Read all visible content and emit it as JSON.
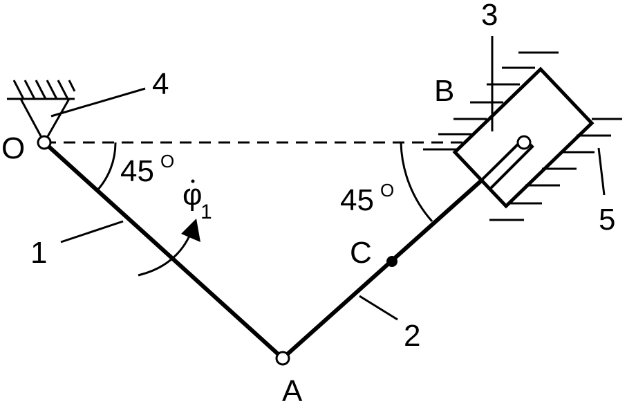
{
  "labels": {
    "O": "O",
    "A": "A",
    "B": "B",
    "C": "C",
    "link_1": "1",
    "link_2": "2",
    "link_3": "3",
    "link_4": "4",
    "link_5": "5",
    "angle_left_value": "45",
    "angle_left_unit": "O",
    "angle_right_value": "45",
    "angle_right_unit": "O",
    "phi_symbol": "φ",
    "phi_subscript": "1"
  },
  "colors": {
    "stroke": "#000000",
    "background": "#ffffff"
  }
}
